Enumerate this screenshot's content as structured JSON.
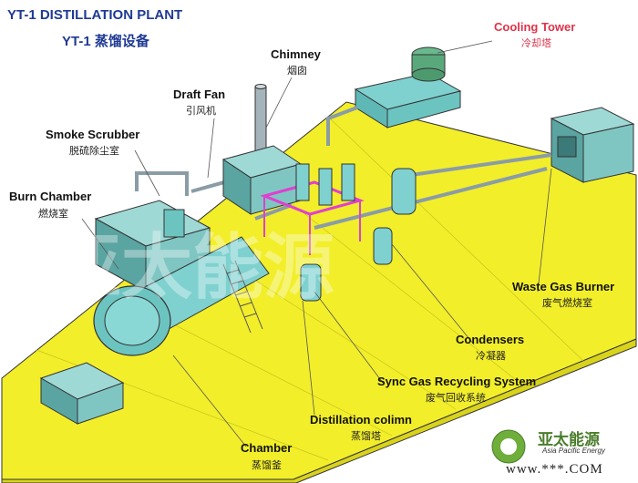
{
  "title": {
    "en": "YT-1 DISTILLATION PLANT",
    "cn_prefix": "YT-1",
    "cn": "蒸馏设备"
  },
  "labels": {
    "cooling_tower": {
      "en": "Cooling Tower",
      "cn": "冷却塔"
    },
    "chimney": {
      "en": "Chimney",
      "cn": "烟囱"
    },
    "draft_fan": {
      "en": "Draft Fan",
      "cn": "引风机"
    },
    "smoke_scrubber": {
      "en": "Smoke Scrubber",
      "cn": "脱硫除尘室"
    },
    "burn_chamber": {
      "en": "Burn Chamber",
      "cn": "燃烧室"
    },
    "waste_gas_burner": {
      "en": "Waste Gas Burner",
      "cn": "废气燃烧室"
    },
    "condensers": {
      "en": "Condensers",
      "cn": "冷凝器"
    },
    "sync_gas": {
      "en": "Sync Gas Recycling System",
      "cn": "废气回收系统"
    },
    "distillation_column": {
      "en": "Distillation colimn",
      "cn": "蒸馏塔"
    },
    "chamber": {
      "en": "Chamber",
      "cn": "蒸馏釜"
    }
  },
  "watermark": "亚太能源",
  "logo": {
    "cn": "亚太能源",
    "en": "Asia Pacific Energy",
    "domain": "www.***.COM"
  },
  "colors": {
    "floor": "#f2ee2a",
    "equipment": "#7fd1cf",
    "pipes": "#8a9ca6",
    "condenser": "#e03fd0",
    "cooling_label": "#e0334a",
    "title": "#1f3a93"
  }
}
